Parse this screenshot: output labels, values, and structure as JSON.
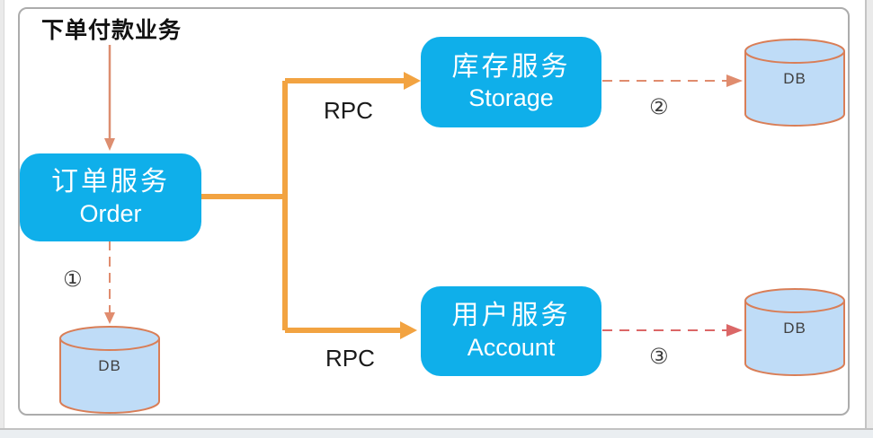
{
  "title": "下单付款业务",
  "services": {
    "order": {
      "cn": "订单服务",
      "en": "Order"
    },
    "storage": {
      "cn": "库存服务",
      "en": "Storage"
    },
    "account": {
      "cn": "用户服务",
      "en": "Account"
    }
  },
  "labels": {
    "rpc_top": "RPC",
    "rpc_bottom": "RPC",
    "step_order_db": "①",
    "step_storage_db": "②",
    "step_account_db": "③"
  },
  "databases": [
    {
      "id": "order-db",
      "label": "DB"
    },
    {
      "id": "storage-db",
      "label": "DB"
    },
    {
      "id": "account-db",
      "label": "DB"
    }
  ],
  "colors": {
    "service_fill": "#0FAFEA",
    "service_text": "#FFFFFF",
    "rpc_line": "#F2A341",
    "flow_arrow": "#DD8E70",
    "dashed_salmon": "#E08C6E",
    "dashed_red": "#DB6767",
    "db_fill": "#BFDCF7",
    "db_stroke": "#D97E57",
    "frame_border": "#ACACAC"
  }
}
